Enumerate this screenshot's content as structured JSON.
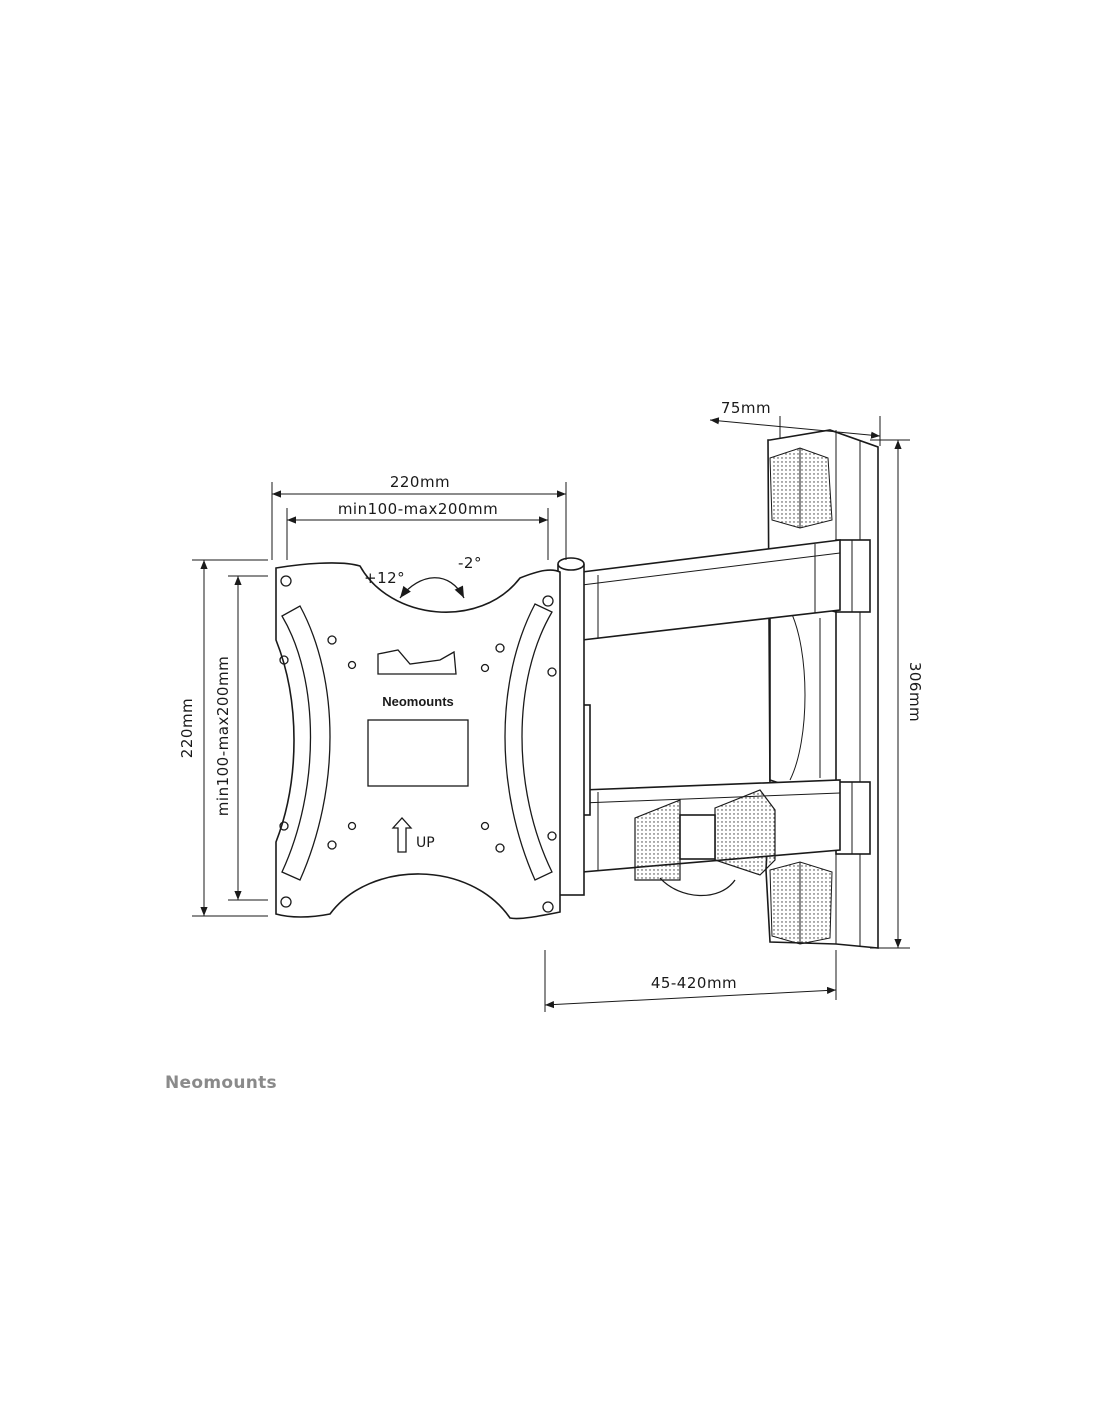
{
  "dimensions": {
    "plate_width": "220mm",
    "vesa_horizontal": "min100-max200mm",
    "plate_height": "220mm",
    "vesa_vertical": "min100-max200mm",
    "wall_depth": "75mm",
    "wall_height": "306mm",
    "arm_extension": "45-420mm"
  },
  "tilt": {
    "up": "+12°",
    "down": "-2°"
  },
  "plate_label": {
    "brand": "Neomounts",
    "up": "UP"
  },
  "footer": {
    "brand": "Neomounts"
  },
  "colors": {
    "line": "#1a1a1a",
    "footer_text": "#8a8a8a",
    "background": "#ffffff"
  }
}
